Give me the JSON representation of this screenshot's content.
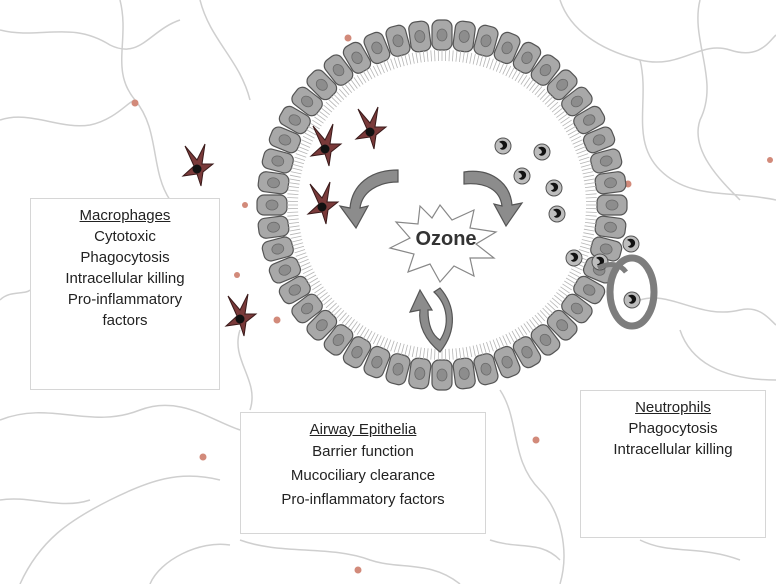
{
  "center_label": "Ozone",
  "macrophages": {
    "title": "Macrophages",
    "lines": [
      "Cytotoxic",
      "Phagocytosis",
      "Intracellular killing",
      "Pro-inflammatory",
      "factors"
    ]
  },
  "airway_epithelia": {
    "title": "Airway Epithelia",
    "lines": [
      "Barrier function",
      "Mucociliary clearance",
      "Pro-inflammatory factors"
    ]
  },
  "neutrophils": {
    "title": "Neutrophils",
    "lines": [
      "Phagocytosis",
      "Intracellular killing"
    ]
  },
  "colors": {
    "cell_fill": "#a8a8a8",
    "cell_stroke": "#555555",
    "arrow": "#8c8c8c",
    "neutrophil_ring": "#7d7d7d"
  }
}
